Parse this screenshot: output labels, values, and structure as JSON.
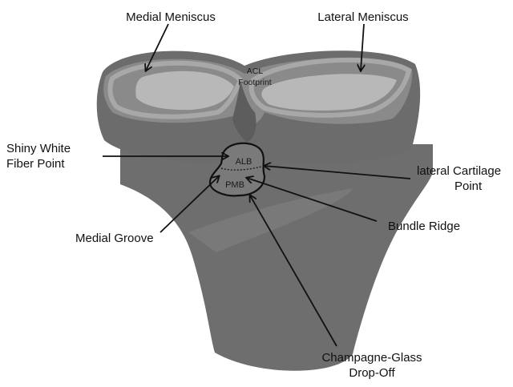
{
  "labels": {
    "medial_meniscus": "Medial Meniscus",
    "lateral_meniscus": "Lateral Meniscus",
    "acl_footprint_line1": "ACL",
    "acl_footprint_line2": "Footprint",
    "shiny_white_line1": "Shiny White",
    "shiny_white_line2": "Fiber Point",
    "lateral_cartilage_line1": "lateral Cartilage",
    "lateral_cartilage_line2": "Point",
    "alb": "ALB",
    "pmb": "PMB",
    "bundle_ridge": "Bundle Ridge",
    "medial_groove": "Medial Groove",
    "champagne_line1": "Champagne-Glass",
    "champagne_line2": "Drop-Off"
  },
  "colors": {
    "bone_dark": "#6e6e6e",
    "bone_mid": "#7d7d7d",
    "plateau_top": "#8c8c8c",
    "meniscus_rim": "#a6a6a6",
    "cartilage_light": "#b8b8b8",
    "outline": "#111111"
  }
}
